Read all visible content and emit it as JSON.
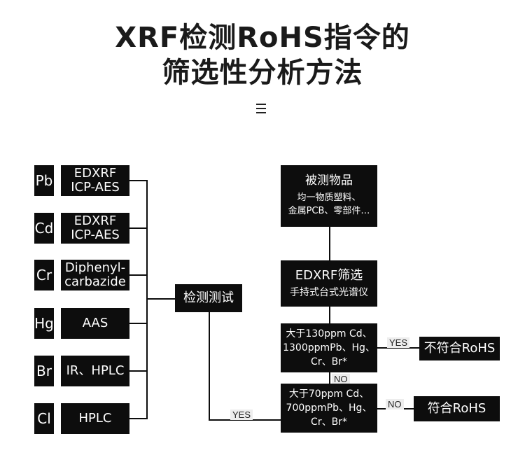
{
  "title": {
    "line1": "XRF检测RoHS指令的",
    "line2": "筛选性分析方法"
  },
  "menu_icon": "menu-icon",
  "elements": [
    {
      "symbol": "Pb",
      "methods": [
        "EDXRF",
        "ICP-AES"
      ]
    },
    {
      "symbol": "Cd",
      "methods": [
        "EDXRF",
        "ICP-AES"
      ]
    },
    {
      "symbol": "Cr",
      "methods": [
        "Diphenyl-",
        "carbazide"
      ]
    },
    {
      "symbol": "Hg",
      "methods": [
        "AAS"
      ]
    },
    {
      "symbol": "Br",
      "methods": [
        "IR、HPLC"
      ]
    },
    {
      "symbol": "Cl",
      "methods": [
        "HPLC"
      ]
    }
  ],
  "test_box": "检测测试",
  "sample_box": {
    "title": "被测物品",
    "line2": "均一物质塑料、",
    "line3": "金属PCB、零部件…"
  },
  "screen_box": {
    "title": "EDXRF筛选",
    "subtitle": "手持式台式光谱仪"
  },
  "threshold1": {
    "line1": "大于130ppm Cd、",
    "line2": "1300ppmPb、Hg、",
    "line3": "Cr、Br*"
  },
  "threshold2": {
    "line1": "大于70ppm Cd、",
    "line2": "700ppmPb、Hg、",
    "line3": "Cr、Br*"
  },
  "non_compliant": "不符合RoHS",
  "compliant": "符合RoHS",
  "labels": {
    "yes_top": "YES",
    "no_mid": "NO",
    "yes_bottom": "YES",
    "no_bottom": "NO"
  },
  "colors": {
    "box": "#0d0d0d",
    "text_on_box": "#ffffff",
    "tag_bg": "#ededed"
  }
}
